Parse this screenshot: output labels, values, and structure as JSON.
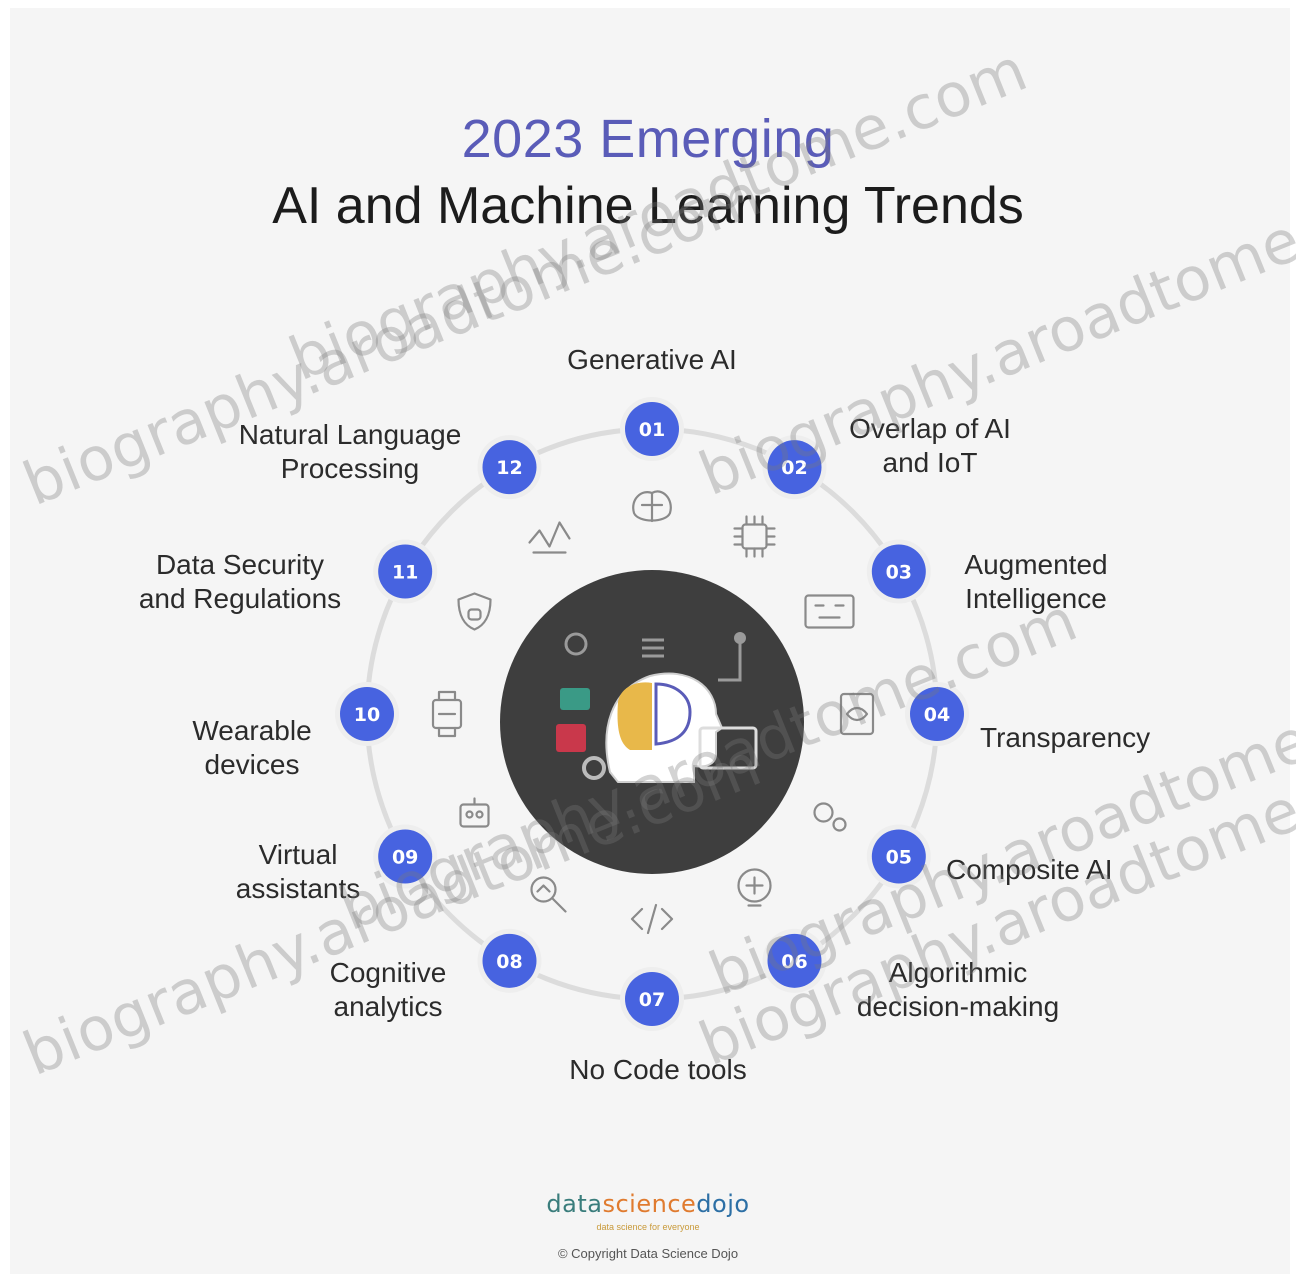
{
  "title": {
    "line1": "2023 Emerging",
    "line2": "AI and Machine Learning Trends"
  },
  "colors": {
    "accent_purple": "#5a5cb8",
    "badge_blue": "#4763e0",
    "ring_gray": "#d9d9d9",
    "center_dark": "#3e3e3e",
    "background": "#f5f5f5"
  },
  "trends": [
    {
      "number": "01",
      "label": [
        "Generative AI"
      ],
      "icon": "brain-circuit-icon"
    },
    {
      "number": "02",
      "label": [
        "Overlap of AI",
        "and IoT"
      ],
      "icon": "chip-network-icon"
    },
    {
      "number": "03",
      "label": [
        "Augmented",
        "Intelligence"
      ],
      "icon": "ar-device-icon"
    },
    {
      "number": "04",
      "label": [
        "Transparency"
      ],
      "icon": "document-eye-icon"
    },
    {
      "number": "05",
      "label": [
        "Composite AI"
      ],
      "icon": "gears-icon"
    },
    {
      "number": "06",
      "label": [
        "Algorithmic",
        "decision-making"
      ],
      "icon": "decision-flow-icon"
    },
    {
      "number": "07",
      "label": [
        "No Code tools"
      ],
      "icon": "code-brackets-icon"
    },
    {
      "number": "08",
      "label": [
        "Cognitive",
        "analytics"
      ],
      "icon": "magnifier-chart-icon"
    },
    {
      "number": "09",
      "label": [
        "Virtual",
        "assistants"
      ],
      "icon": "assistant-bot-icon"
    },
    {
      "number": "10",
      "label": [
        "Wearable",
        "devices"
      ],
      "icon": "smartwatch-icon"
    },
    {
      "number": "11",
      "label": [
        "Data Security",
        "and Regulations"
      ],
      "icon": "shield-lock-icon"
    },
    {
      "number": "12",
      "label": [
        "Natural Language",
        "Processing"
      ],
      "icon": "speech-waves-icon"
    }
  ],
  "center": {
    "icon": "ai-head-icon"
  },
  "watermark": {
    "text": "biography.aroadtome.com"
  },
  "footer": {
    "logo_parts": [
      "data",
      "science",
      "dojo"
    ],
    "tagline": "data science for everyone",
    "copyright": "© Copyright Data Science Dojo"
  }
}
